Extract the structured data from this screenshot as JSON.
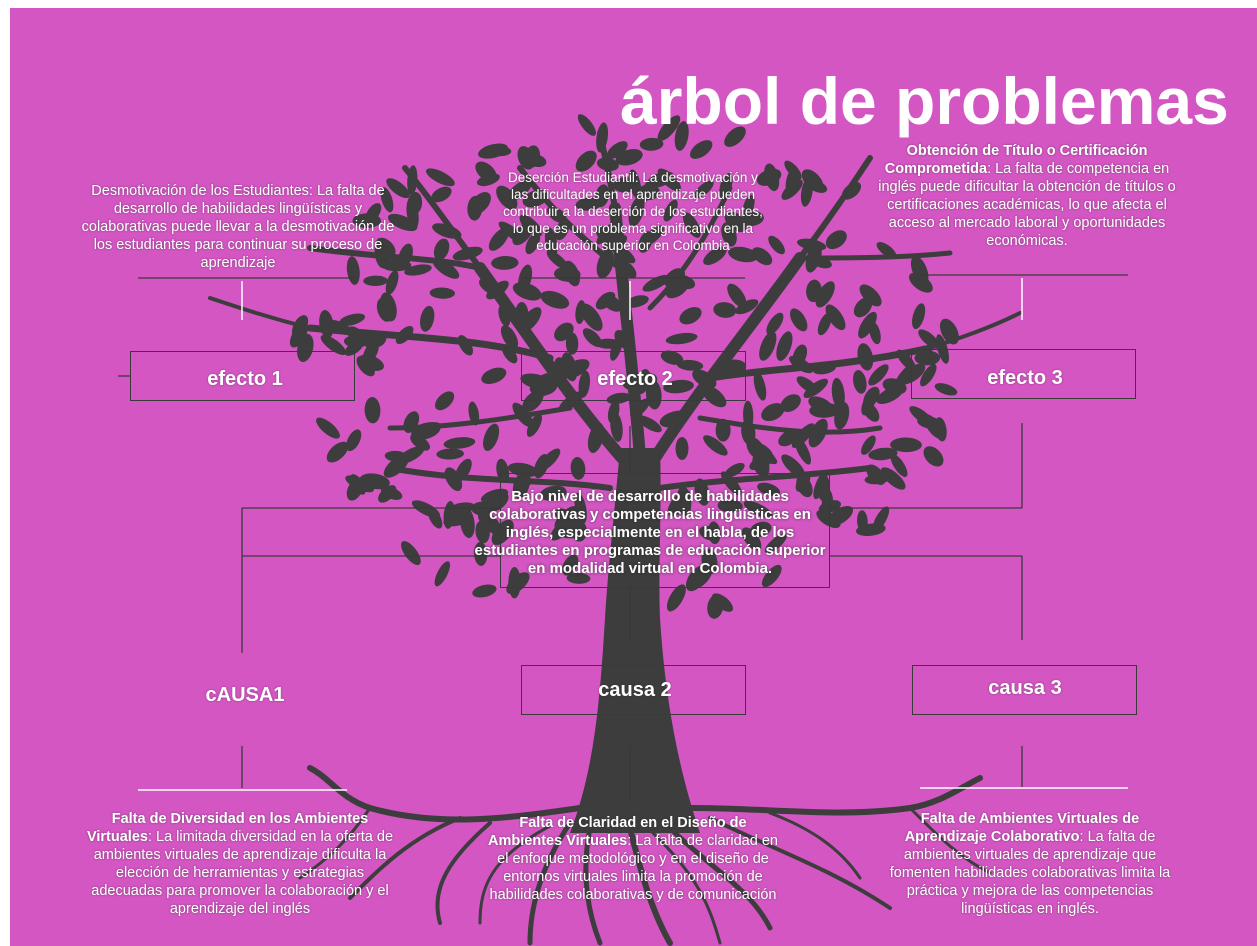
{
  "title": "árbol de problemas",
  "effects": {
    "e1": {
      "label": "efecto 1",
      "text": "Desmotivación de los Estudiantes: La falta de desarrollo de habilidades lingüísticas y colaborativas puede llevar a la desmotivación de los estudiantes para continuar su proceso de aprendizaje"
    },
    "e2": {
      "label": "efecto 2",
      "text": "Deserción Estudiantil: La desmotivación y las dificultades en el aprendizaje pueden contribuir a la deserción de los estudiantes, lo que es un problema significativo en la educación superior en Colombia"
    },
    "e3": {
      "label": "efecto 3",
      "heading": "Obtención de Título o Certificación Comprometida",
      "text": ": La falta de competencia en inglés puede dificultar la obtención de títulos o certificaciones académicas, lo que afecta el acceso al mercado laboral y oportunidades económicas."
    }
  },
  "central_problem": "Bajo nivel de desarrollo de habilidades colaborativas y competencias lingüísticas en inglés, especialmente en el habla, de los estudiantes en programas de educación superior en modalidad virtual en Colombia.",
  "causes": {
    "c1": {
      "label": "cAUSA1",
      "heading": "Falta de Diversidad en los Ambientes Virtuales",
      "text": ": La limitada diversidad en la oferta de ambientes virtuales de aprendizaje dificulta la elección de herramientas y estrategias adecuadas para promover la colaboración y el aprendizaje del inglés"
    },
    "c2": {
      "label": "causa 2",
      "heading": "Falta de Claridad en el Diseño de Ambientes Virtuales",
      "text": ": La falta de claridad en el enfoque metodológico y en el diseño de entornos virtuales limita la promoción de habilidades colaborativas y de comunicación"
    },
    "c3": {
      "label": "causa 3",
      "heading": "Falta de Ambientes Virtuales de Aprendizaje Colaborativo",
      "text": ": La falta de ambientes virtuales de aprendizaje que fomenten habilidades colaborativas limita la práctica y mejora de las competencias lingüísticas en inglés."
    }
  },
  "colors": {
    "background": "#d456c3",
    "tree": "#3d3d3d",
    "text": "#ffffff",
    "lines": "#3a3a3a"
  }
}
